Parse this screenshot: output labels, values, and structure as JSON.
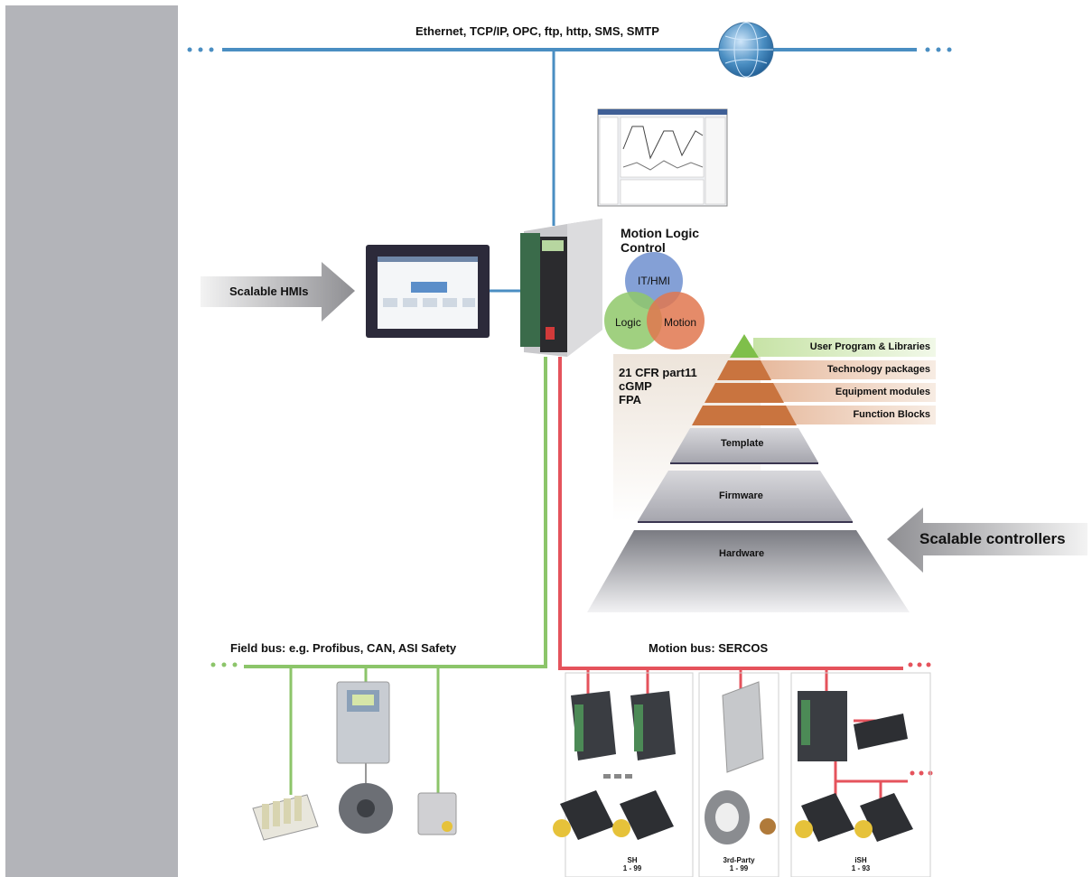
{
  "buses": {
    "ethernet": "Ethernet, TCP/IP, OPC, ftp, http, SMS, SMTP",
    "fieldbus": "Field bus: e.g. Profibus, CAN, ASI Safety",
    "motion": "Motion bus: SERCOS"
  },
  "arrows": {
    "hmi": "Scalable HMIs",
    "controllers": "Scalable controllers"
  },
  "venn": {
    "title_line1": "Motion Logic",
    "title_line2": "Control",
    "circles": [
      "IT/HMI",
      "Logic",
      "Motion"
    ],
    "colors": {
      "ithmi": "#6f8fcf",
      "logic": "#8fc86a",
      "motion": "#e0774f"
    }
  },
  "regulations": [
    "21 CFR part11",
    "cGMP",
    "FPA"
  ],
  "pyramid": {
    "tiers": [
      "Template",
      "Firmware",
      "Hardware"
    ],
    "bands": [
      "User Program & Libraries",
      "Technology packages",
      "Equipment modules",
      "Function Blocks"
    ]
  },
  "devices": [
    {
      "name": "SH",
      "range": "1 - 99"
    },
    {
      "name": "3rd-Party",
      "range": "1 - 99"
    },
    {
      "name": "iSH",
      "range": "1 - 93"
    }
  ],
  "colors": {
    "ethernet": "#4a8ec2",
    "fieldbus": "#8cc56a",
    "motion": "#e5535c",
    "sidebar": "#b3b4b9"
  }
}
